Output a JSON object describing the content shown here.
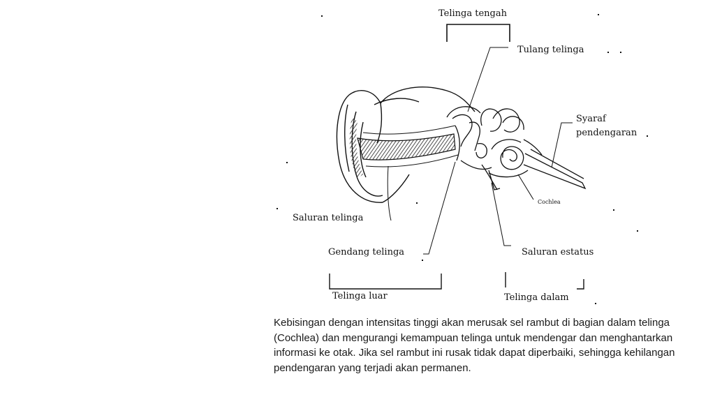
{
  "labels": {
    "middle_ear": "Telinga tengah",
    "ossicles": "Tulang telinga",
    "nerve_line1": "Syaraf",
    "nerve_line2": "pendengaran",
    "ear_canal": "Saluran telinga",
    "eardrum": "Gendang telinga",
    "cochlea": "Cochlea",
    "eustachian": "Saluran estatus",
    "outer_ear": "Telinga luar",
    "inner_ear": "Telinga dalam"
  },
  "caption": "Kebisingan dengan intensitas tinggi akan merusak sel rambut di bagian dalam telinga (Cochlea) dan mengurangi kemampuan telinga untuk mendengar dan menghantarkan informasi ke otak. Jika sel rambut ini rusak tidak dapat diperbaiki, sehingga kehilangan pendengaran yang terjadi akan permanen."
}
